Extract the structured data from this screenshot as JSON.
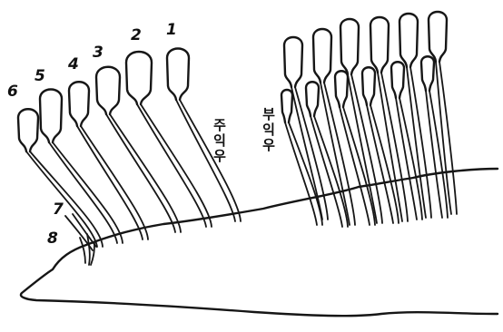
{
  "figure": {
    "feather_numbers": [
      "1",
      "2",
      "3",
      "4",
      "5",
      "6",
      "7",
      "8"
    ],
    "label_primaries": "주익우",
    "label_secondaries": "부익우"
  }
}
